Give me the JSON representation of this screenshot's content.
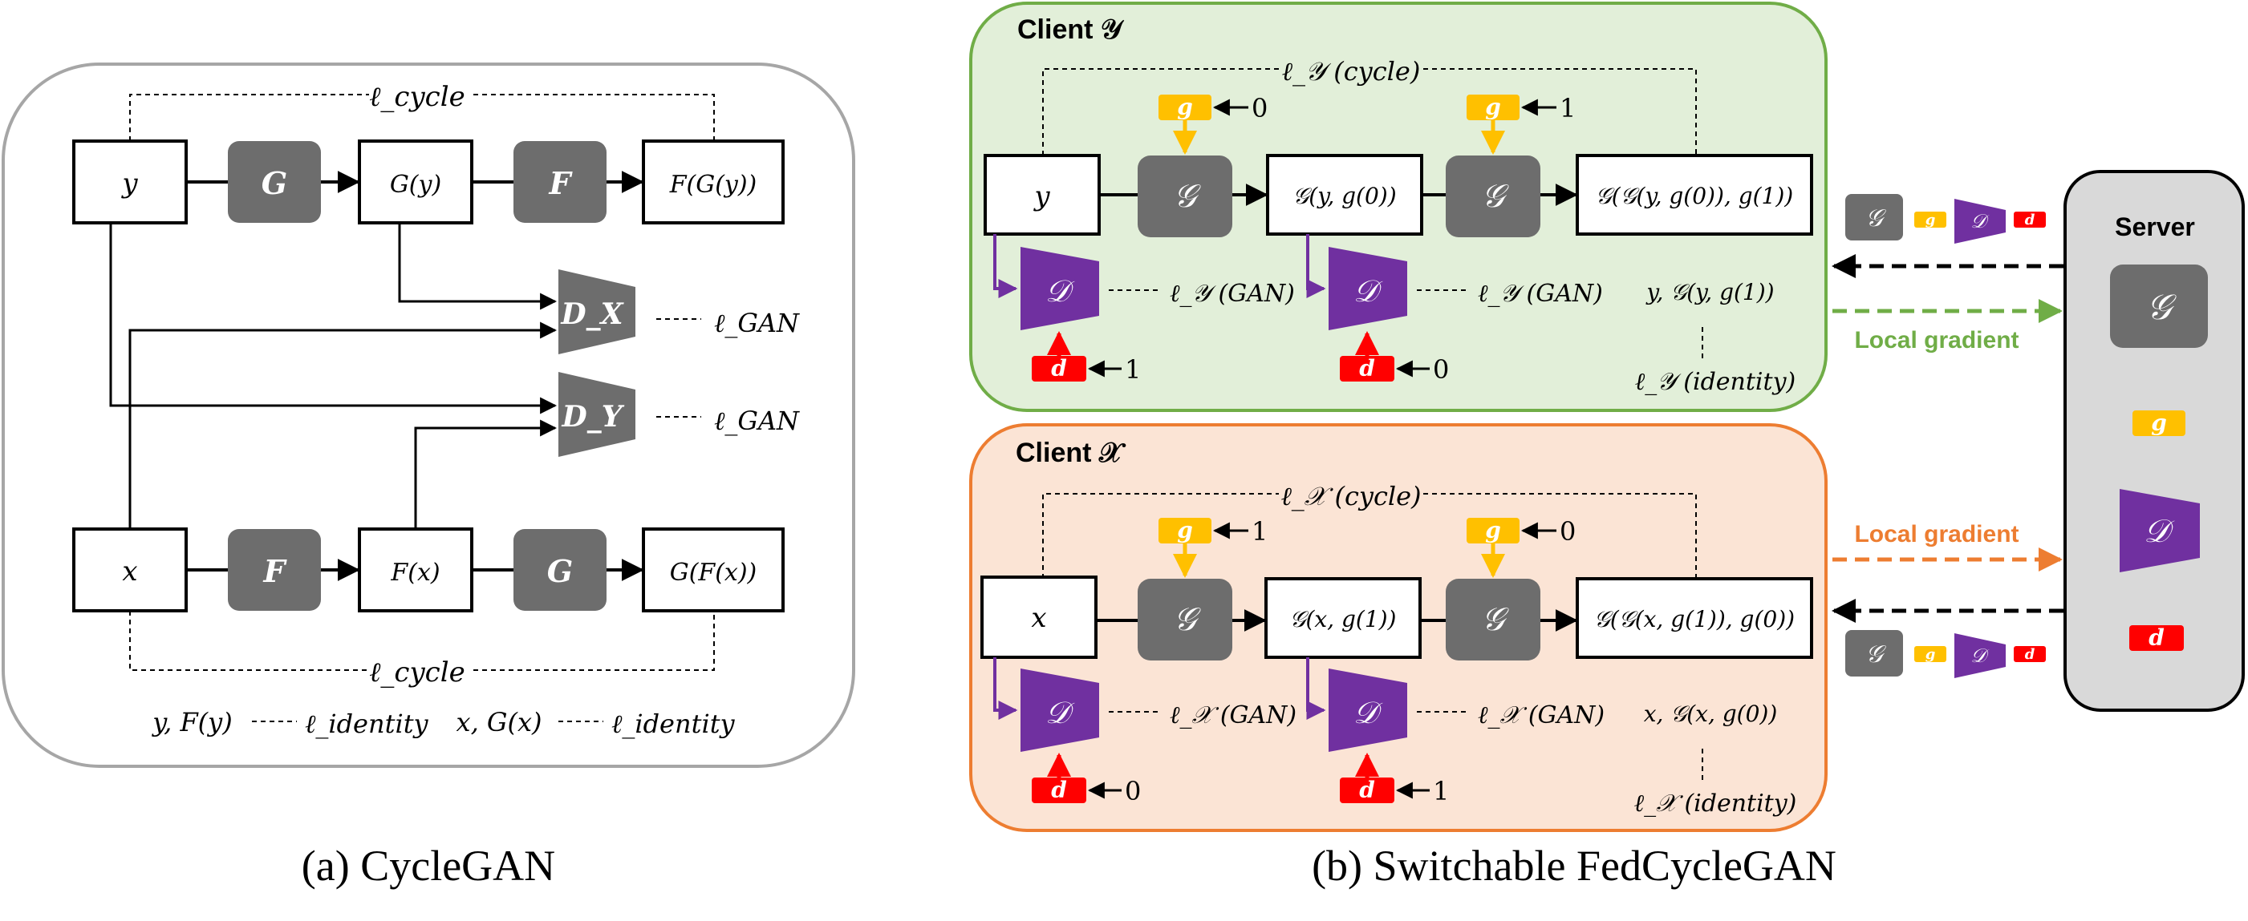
{
  "colors": {
    "gray_block": "#6d6d6d",
    "purple": "#7030a0",
    "gold": "#ffc000",
    "red": "#ff0000",
    "green_fill": "#e2efd9",
    "green_border": "#70ad47",
    "orange_fill": "#fbe4d5",
    "orange_border": "#ed7d31",
    "server_fill": "#d9d9d9",
    "dashed_green": "#70ad47",
    "dashed_orange": "#ed7d31",
    "frame_gray": "#a6a6a6"
  },
  "panel_a": {
    "caption": "(a) CycleGAN",
    "loss_cycle_top": "ℓ_cycle",
    "loss_cycle_bottom": "ℓ_cycle",
    "loss_gan_1": "ℓ_GAN",
    "loss_gan_2": "ℓ_GAN",
    "loss_identity_1": "ℓ_identity",
    "loss_identity_2": "ℓ_identity",
    "pair_identity_1": "y, F(y)",
    "pair_identity_2": "x, G(x)",
    "top_row": {
      "input": "y",
      "gen1": "G",
      "mid": "G(y)",
      "gen2": "F",
      "out": "F(G(y))"
    },
    "bottom_row": {
      "input": "x",
      "gen1": "F",
      "mid": "F(x)",
      "gen2": "G",
      "out": "G(F(x))"
    },
    "disc_x": "D_X",
    "disc_y": "D_Y"
  },
  "panel_b": {
    "caption": "(b) Switchable FedCycleGAN",
    "client_y": {
      "title": "Client 𝒴",
      "input": "y",
      "gen": "𝒢",
      "mid": "𝒢(y, g(0))",
      "out": "𝒢(𝒢(y, g(0)), g(1))",
      "g_label": "g",
      "g_value_1": "0",
      "g_value_2": "1",
      "disc": "𝒟",
      "d_label": "d",
      "d_value_1": "1",
      "d_value_2": "0",
      "loss_cycle": "ℓ_𝒴 (cycle)",
      "loss_gan_1": "ℓ_𝒴 (GAN)",
      "loss_gan_2": "ℓ_𝒴 (GAN)",
      "identity_pair": "y, 𝒢(y, g(1))",
      "loss_identity": "ℓ_𝒴 (identity)"
    },
    "client_x": {
      "title": "Client 𝒳",
      "input": "x",
      "gen": "𝒢",
      "mid": "𝒢(x, g(1))",
      "out": "𝒢(𝒢(x, g(1)), g(0))",
      "g_label": "g",
      "g_value_1": "1",
      "g_value_2": "0",
      "disc": "𝒟",
      "d_label": "d",
      "d_value_1": "0",
      "d_value_2": "1",
      "loss_cycle": "ℓ_𝒳 (cycle)",
      "loss_gan_1": "ℓ_𝒳 (GAN)",
      "loss_gan_2": "ℓ_𝒳 (GAN)",
      "identity_pair": "x, 𝒢(x, g(0))",
      "loss_identity": "ℓ_𝒳 (identity)"
    },
    "local_gradient_1": "Local gradient",
    "local_gradient_2": "Local gradient",
    "server": {
      "title": "Server",
      "gen": "𝒢",
      "g_label": "g",
      "disc": "𝒟",
      "d_label": "d"
    },
    "packet": {
      "gen": "𝒢",
      "g": "g",
      "disc": "𝒟",
      "d": "d"
    }
  }
}
